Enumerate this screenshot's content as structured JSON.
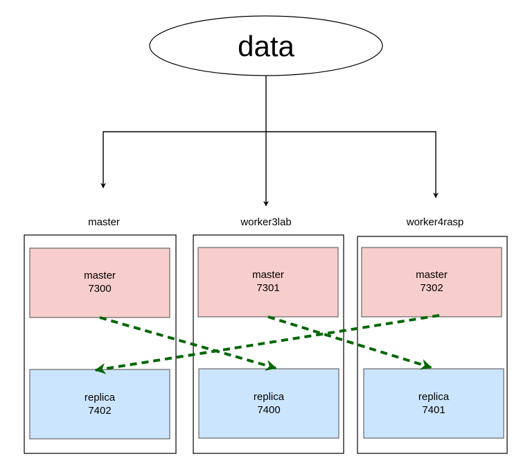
{
  "root": {
    "label": "data"
  },
  "nodes": [
    {
      "name": "master",
      "master": {
        "line1": "master",
        "line2": "7300"
      },
      "replica": {
        "line1": "replica",
        "line2": "7402"
      }
    },
    {
      "name": "worker3lab",
      "master": {
        "line1": "master",
        "line2": "7301"
      },
      "replica": {
        "line1": "replica",
        "line2": "7400"
      }
    },
    {
      "name": "worker4rasp",
      "master": {
        "line1": "master",
        "line2": "7302"
      },
      "replica": {
        "line1": "replica",
        "line2": "7401"
      }
    }
  ],
  "colors": {
    "master_fill": "#f8cecc",
    "replica_fill": "#cce5ff",
    "box_stroke": "#666666",
    "replication_arrow": "#006600"
  }
}
